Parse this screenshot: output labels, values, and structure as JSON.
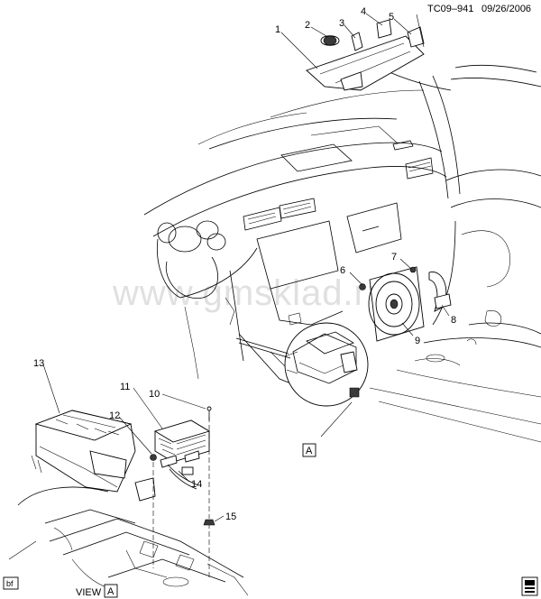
{
  "header": {
    "code": "TC09–941",
    "date": "09/26/2006"
  },
  "watermark": "www.gmsklad.ru",
  "callouts": [
    "1",
    "2",
    "3",
    "4",
    "5",
    "6",
    "7",
    "8",
    "9",
    "10",
    "11",
    "12",
    "13",
    "14",
    "15"
  ],
  "view_reference": {
    "marker": "A",
    "caption": "VIEW"
  },
  "view_caption_letter": "A",
  "corner_tag": "bf"
}
